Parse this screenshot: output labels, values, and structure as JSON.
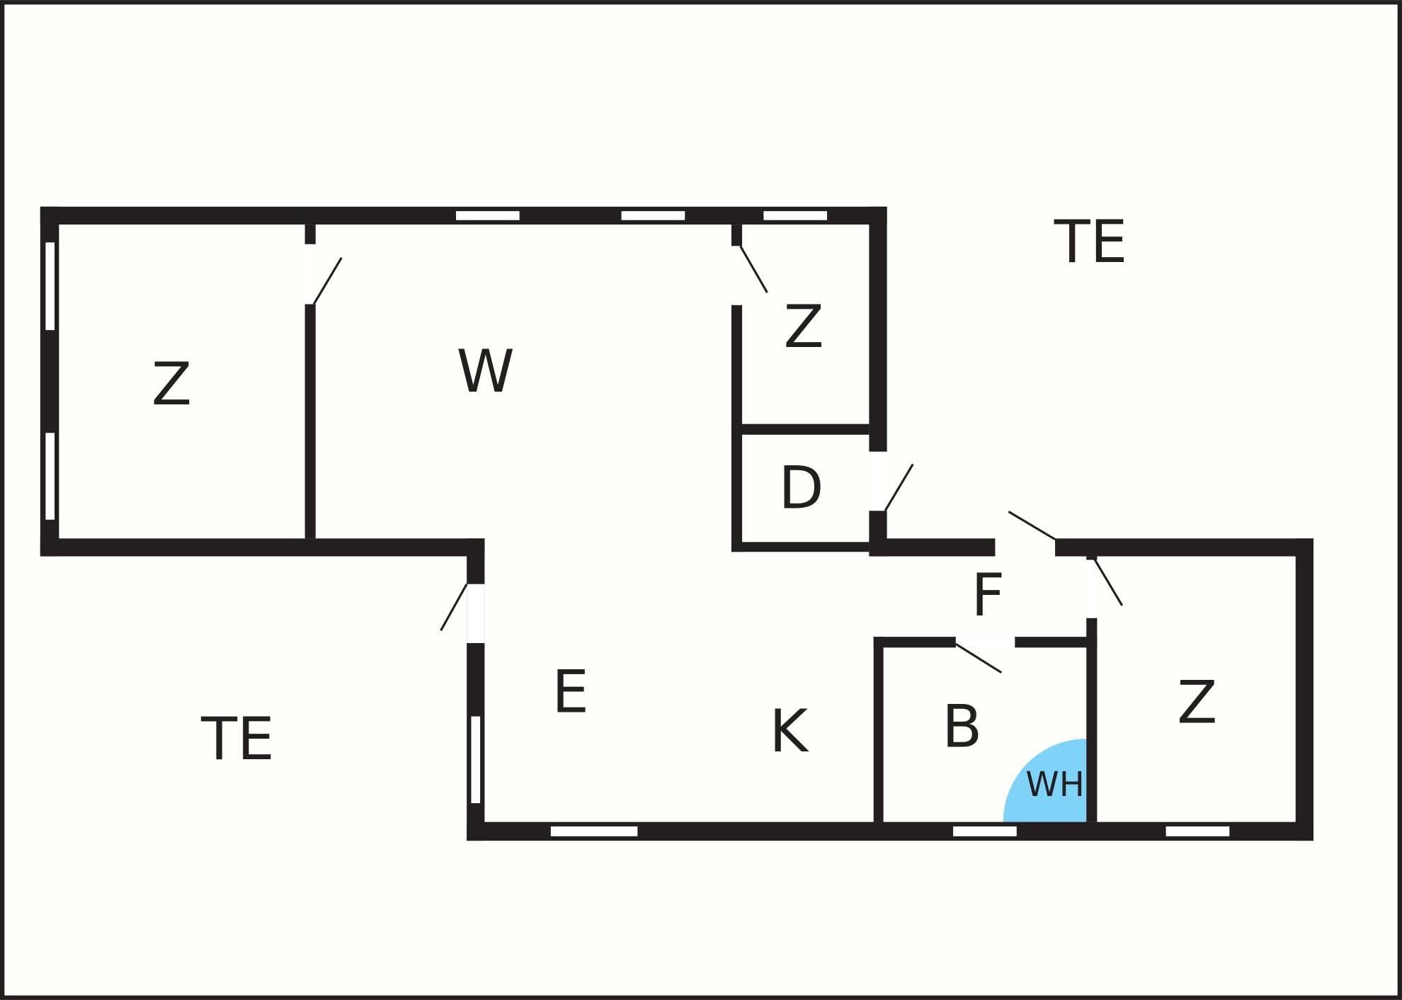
{
  "plan": {
    "rooms": [
      {
        "label": "Z"
      },
      {
        "label": "W"
      },
      {
        "label": "Z"
      },
      {
        "label": "D"
      },
      {
        "label": "TE"
      },
      {
        "label": "F"
      },
      {
        "label": "E"
      },
      {
        "label": "K"
      },
      {
        "label": "B"
      },
      {
        "label": "Z"
      },
      {
        "label": "TE"
      }
    ],
    "fixture": {
      "label": "WH",
      "color": "#7fd3f7"
    },
    "wall_color": "#231f20",
    "background": "#fefefa"
  }
}
